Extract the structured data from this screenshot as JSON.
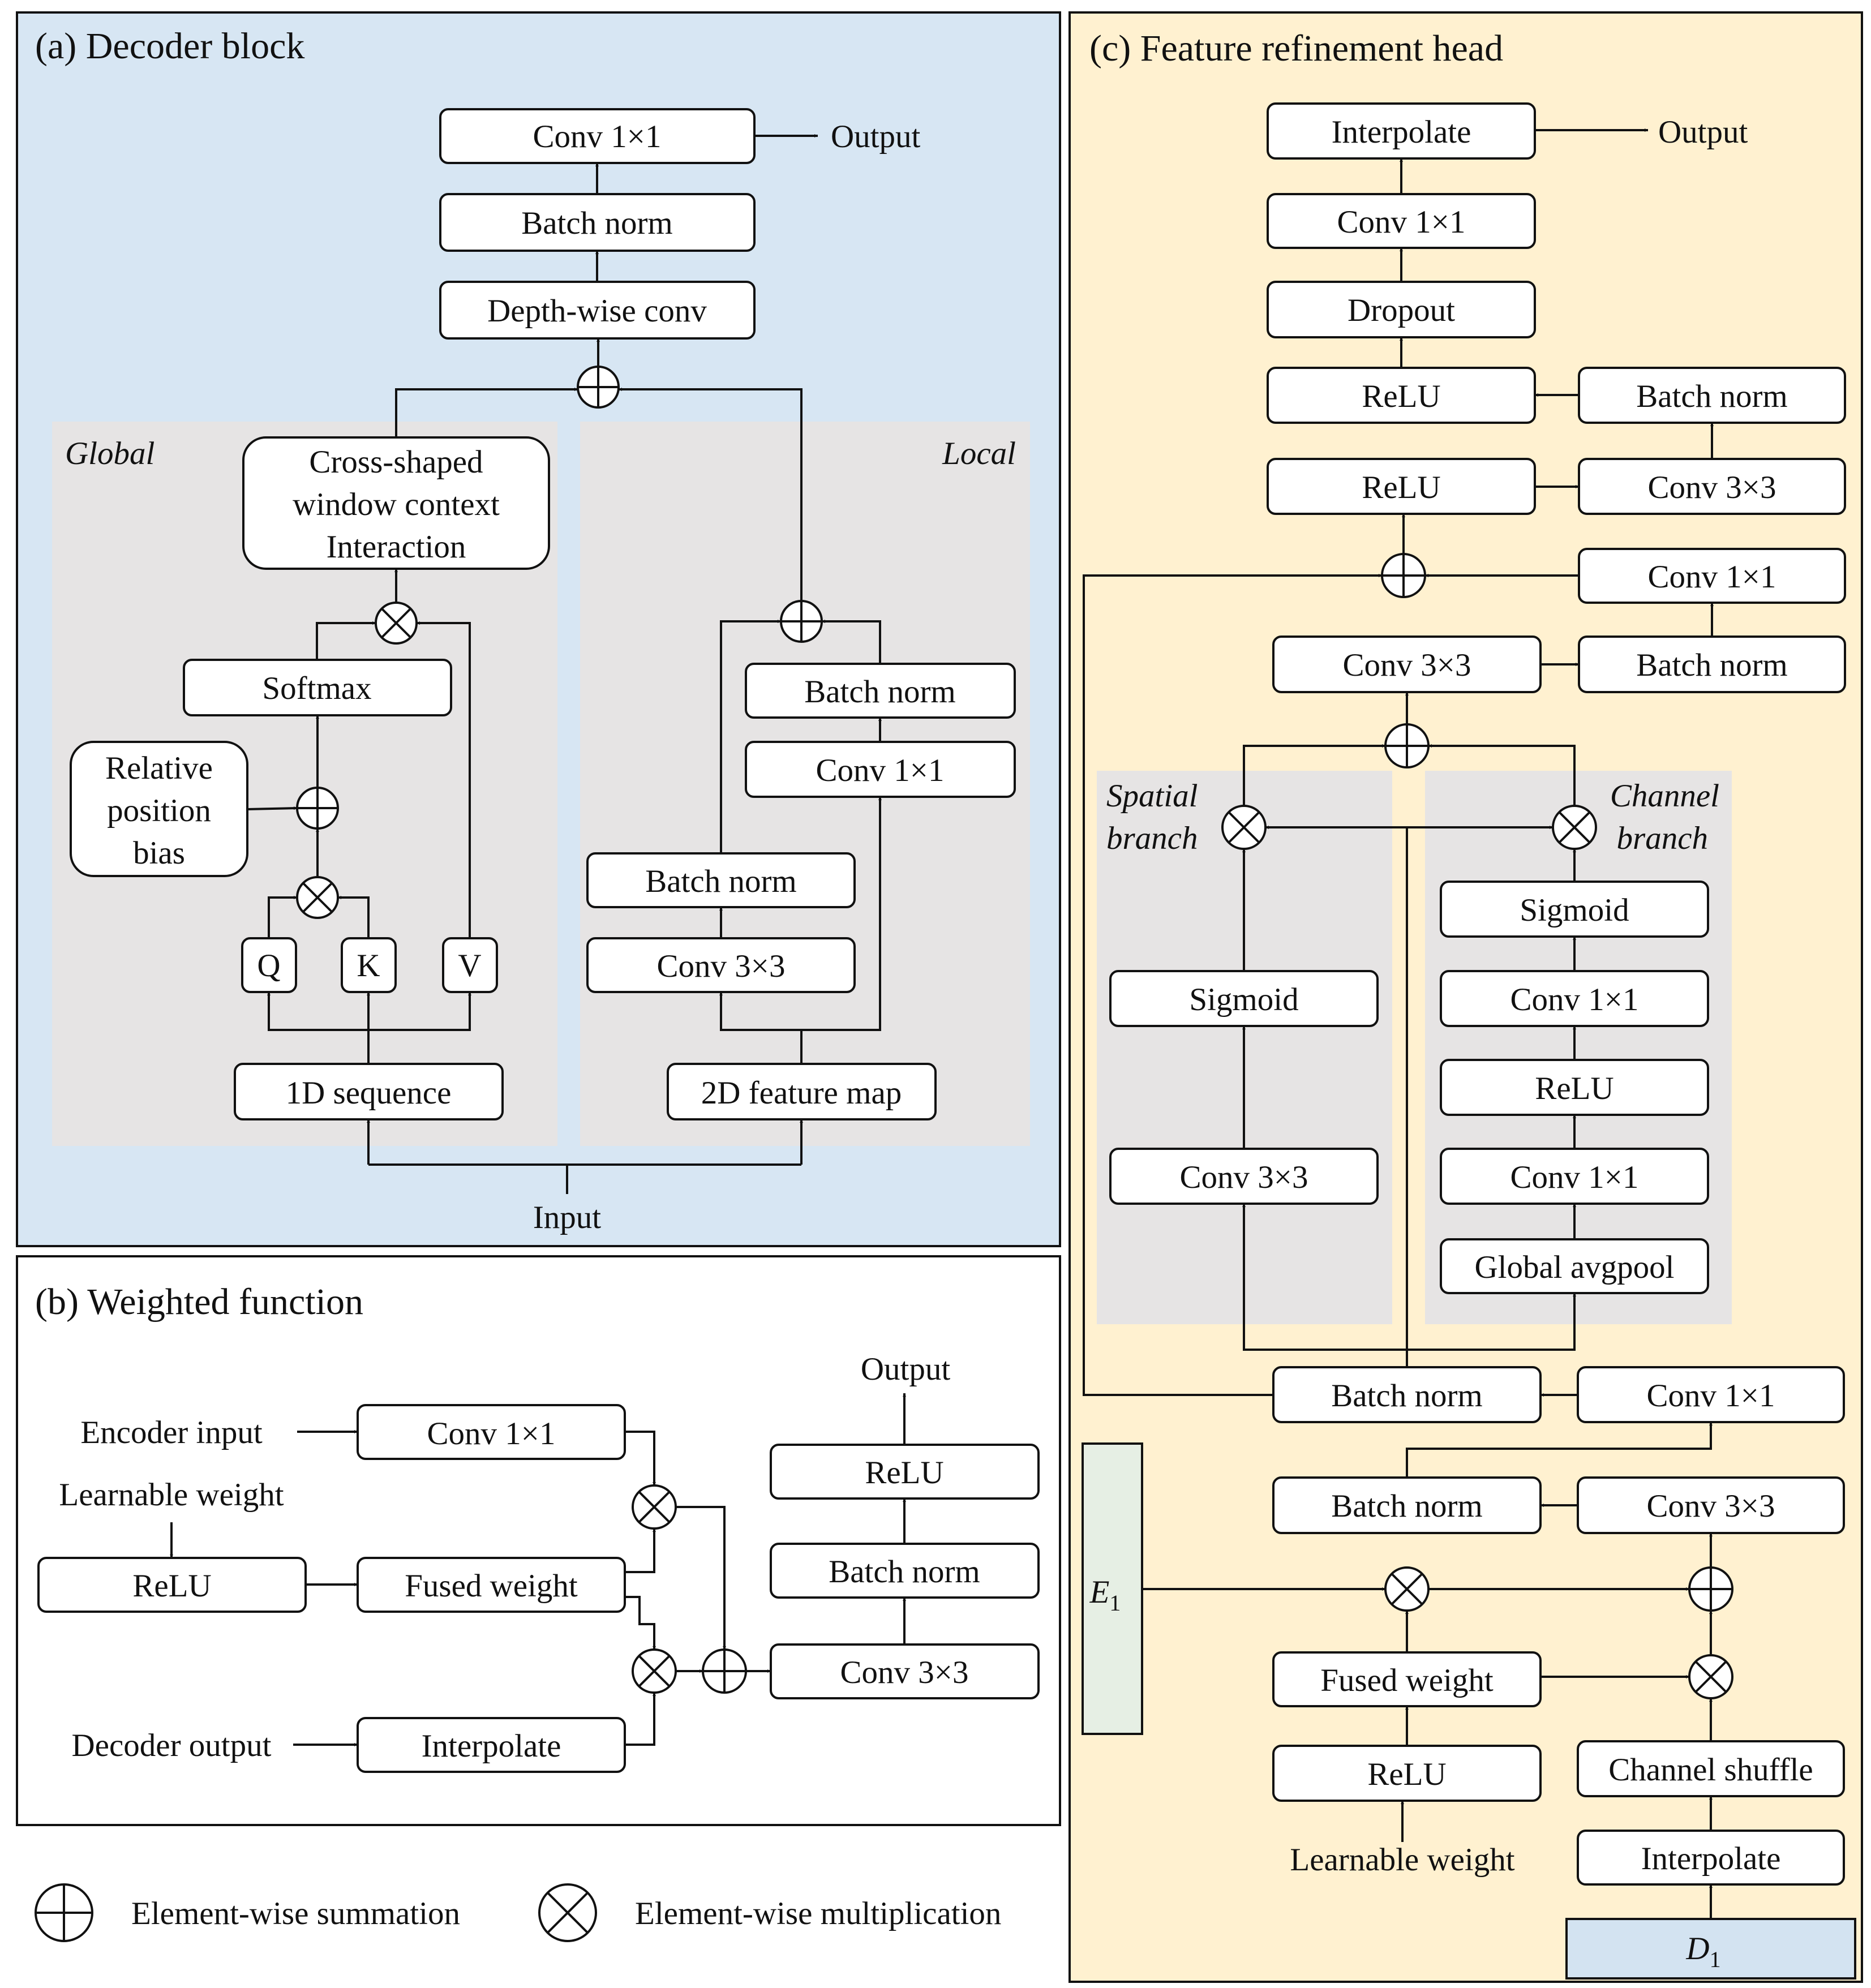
{
  "panel_a": {
    "title": "(a) Decoder block",
    "global_label": "Global",
    "local_label": "Local",
    "conv1x1": "Conv 1×1",
    "output": "Output",
    "batch_norm_top": "Batch norm",
    "depthwise": "Depth-wise conv",
    "cross_l1": "Cross-shaped",
    "cross_l2": "window context",
    "cross_l3": "Interaction",
    "softmax": "Softmax",
    "rpb_l1": "Relative",
    "rpb_l2": "position",
    "rpb_l3": "bias",
    "q": "Q",
    "k": "K",
    "v": "V",
    "seq1d": "1D sequence",
    "local_bn1": "Batch norm",
    "local_conv1x1": "Conv 1×1",
    "local_bn2": "Batch norm",
    "local_conv3x3": "Conv 3×3",
    "fmap2d": "2D feature map",
    "input": "Input"
  },
  "panel_b": {
    "title": "(b) Weighted function",
    "encoder_input": "Encoder input",
    "learnable_weight": "Learnable weight",
    "decoder_output": "Decoder output",
    "conv1x1": "Conv 1×1",
    "relu_left": "ReLU",
    "fused_weight": "Fused weight",
    "interpolate": "Interpolate",
    "output": "Output",
    "relu_right": "ReLU",
    "batch_norm": "Batch norm",
    "conv3x3": "Conv 3×3"
  },
  "legend": {
    "sum": "Element-wise summation",
    "mul": "Element-wise multiplication"
  },
  "panel_c": {
    "title": "(c) Feature refinement head",
    "interpolate_top": "Interpolate",
    "output": "Output",
    "conv1x1_top": "Conv 1×1",
    "dropout": "Dropout",
    "relu_a": "ReLU",
    "bn_a": "Batch norm",
    "relu_b": "ReLU",
    "conv3x3_a": "Conv 3×3",
    "conv1x1_a": "Conv 1×1",
    "conv3x3_b": "Conv 3×3",
    "bn_b": "Batch norm",
    "spatial_l1": "Spatial",
    "spatial_l2": "branch",
    "channel_l1": "Channel",
    "channel_l2": "branch",
    "sp_sigmoid": "Sigmoid",
    "sp_conv3x3": "Conv 3×3",
    "ch_sigmoid": "Sigmoid",
    "ch_conv1x1_a": "Conv 1×1",
    "ch_relu": "ReLU",
    "ch_conv1x1_b": "Conv 1×1",
    "ch_gap": "Global avgpool",
    "bn_c": "Batch norm",
    "conv1x1_b": "Conv 1×1",
    "bn_d": "Batch norm",
    "conv3x3_c": "Conv 3×3",
    "e1_base": "E",
    "e1_sub": "1",
    "fused_weight": "Fused weight",
    "relu_c": "ReLU",
    "learnable_weight": "Learnable weight",
    "channel_shuffle": "Channel shuffle",
    "interpolate_bottom": "Interpolate",
    "d1_base": "D",
    "d1_sub": "1"
  },
  "colors": {
    "panel_a_bg": "#d7e6f3",
    "panel_c_bg": "#fff1d0",
    "branch_bg": "#e6e4e4",
    "e1_fill": "#e6efe4",
    "d1_fill": "#d3e3f1"
  }
}
